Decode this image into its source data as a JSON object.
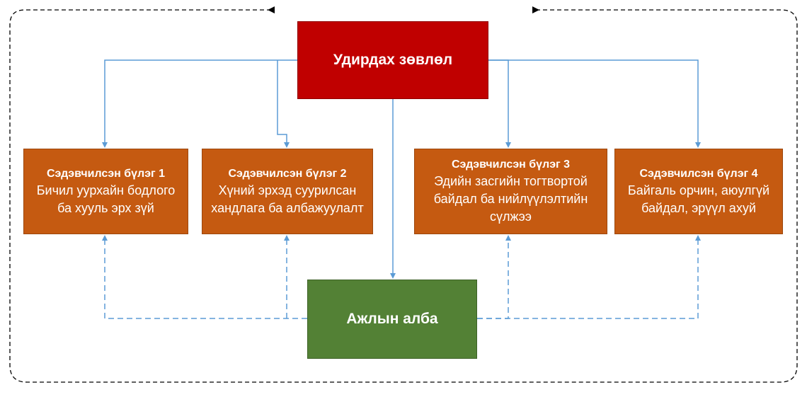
{
  "board": {
    "title": "Удирдах зөвлөл"
  },
  "office": {
    "title": "Ажлын алба"
  },
  "subcommittees": [
    {
      "title": "Сэдэвчилсэн бүлэг 1",
      "lines": [
        "Бичил уурхайн бодлого",
        "ба хууль эрх зүй"
      ]
    },
    {
      "title": "Сэдэвчилсэн бүлэг 2",
      "lines": [
        "Хүний эрхэд суурилсан",
        "хандлага ба албажуулалт"
      ]
    },
    {
      "title": "Сэдэвчилсэн бүлэг 3",
      "lines": [
        "Эдийн засгийн тогтвортой",
        "байдал ба нийлүүлэлтийн",
        "сүлжээ"
      ]
    },
    {
      "title": "Сэдэвчилсэн бүлэг 4",
      "lines": [
        "Байгаль орчин, аюулгүй",
        "байдал, эрүүл ахуй"
      ]
    }
  ],
  "colors": {
    "board": "#c00000",
    "office": "#538135",
    "subcommittee": "#c55a11",
    "solid_connector": "#5b9bd5",
    "dashed_connector": "#5b9bd5",
    "feedback_loop": "#000000"
  }
}
